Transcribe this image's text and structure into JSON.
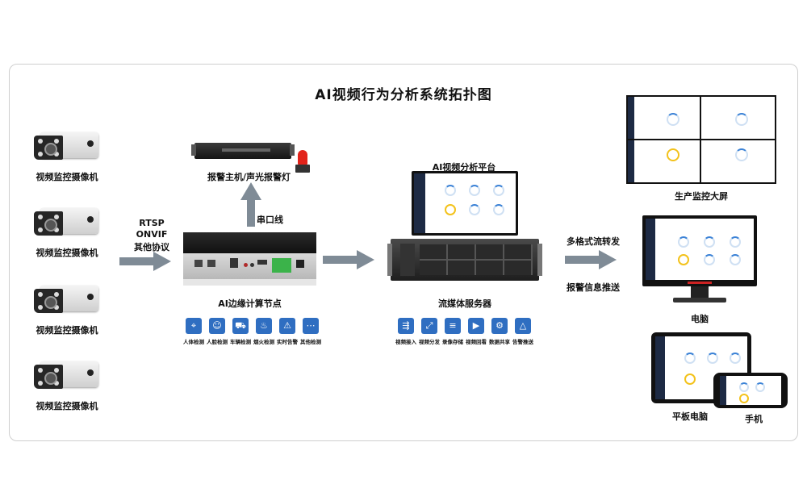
{
  "title": "AI视频行为分析系统拓扑图",
  "cameras": {
    "label": "视频监控摄像机"
  },
  "protocols": [
    "RTSP",
    "ONVIF",
    "其他协议"
  ],
  "alarm": {
    "label": "报警主机/声光报警灯",
    "link_label": "串口线"
  },
  "edge_node": {
    "label": "AI边缘计算节点",
    "features": [
      "人体检测",
      "人脸检测",
      "车辆检测",
      "烟火检测",
      "实时告警",
      "其他检测"
    ],
    "feature_icons": [
      "body-icon",
      "face-icon",
      "vehicle-icon",
      "fire-icon",
      "alarm-icon",
      "more-icon"
    ]
  },
  "platform": {
    "label": "AI视频分析平台"
  },
  "server": {
    "label": "流媒体服务器",
    "features": [
      "视频接入",
      "视频分发",
      "录像存储",
      "视频回看",
      "数据共享",
      "告警推送"
    ],
    "feature_icons": [
      "access-icon",
      "share-icon",
      "storage-icon",
      "playback-icon",
      "data-icon",
      "warning-icon"
    ]
  },
  "forward": {
    "top_label": "多格式流转发",
    "bottom_label": "报警信息推送"
  },
  "clients": {
    "big_screen": "生产监控大屏",
    "pc": "电脑",
    "tablet": "平板电脑",
    "phone": "手机"
  },
  "colors": {
    "arrow": "#7f8b96",
    "icon_blue": "#2f6ec1",
    "accent_yellow": "#f3c21b",
    "sidebar": "#1d2a44"
  }
}
